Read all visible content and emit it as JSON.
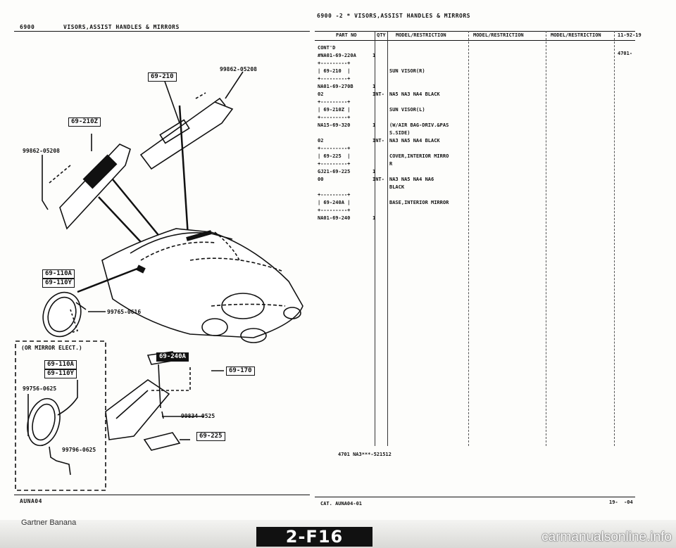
{
  "left_page": {
    "header_code": "6900",
    "header_title": "VISORS,ASSIST HANDLES & MIRRORS",
    "footer_code": "AUNA04",
    "callouts": {
      "c210": "69-210",
      "c210z": "69-210Z",
      "c110a": "69-110A",
      "c110y": "69-110Y",
      "c110a2": "69-110A",
      "c110y2": "69-110Y",
      "c240a": "69-240A",
      "c170": "69-170",
      "c225": "69-225"
    },
    "parts": {
      "p1": "99862-05208",
      "p2": "99862-05208",
      "p3": "99765-0616",
      "p4": "99756-0625",
      "p5": "99796-0625",
      "p6": "99834-0525"
    },
    "inset_title": "(OR MIRROR ELECT.)"
  },
  "right_page": {
    "header": "6900 -2 * VISORS,ASSIST HANDLES & MIRRORS",
    "columns": [
      "PART NO",
      "QTY",
      "MODEL/RESTRICTION",
      "MODEL/RESTRICTION",
      "MODEL/RESTRICTION",
      "11-92-19"
    ],
    "far_right_note": "4701-",
    "rows": [
      {
        "part": "CONT'D",
        "qty": "",
        "desc": ""
      },
      {
        "part": "#NA01-69-220A",
        "qty": "1",
        "desc": ""
      },
      {
        "part": "+---------+",
        "qty": "",
        "desc": ""
      },
      {
        "part": "| 69-210  |",
        "qty": "",
        "desc": "SUN VISOR(R)"
      },
      {
        "part": "+---------+",
        "qty": "",
        "desc": ""
      },
      {
        "part": "NA01-69-270B",
        "qty": "1",
        "desc": ""
      },
      {
        "part": "02",
        "qty": "INT-",
        "desc": "NA5 NA3 NA4 BLACK"
      },
      {
        "part": "+---------+",
        "qty": "",
        "desc": ""
      },
      {
        "part": "| 69-210Z |",
        "qty": "",
        "desc": "SUN VISOR(L)"
      },
      {
        "part": "+---------+",
        "qty": "",
        "desc": ""
      },
      {
        "part": "NA15-69-320",
        "qty": "1",
        "desc": "(W/AIR BAG-DRIV.&PAS"
      },
      {
        "part": "",
        "qty": "",
        "desc": "S.SIDE)"
      },
      {
        "part": "02",
        "qty": "INT-",
        "desc": "NA3 NA5 NA4 BLACK"
      },
      {
        "part": "+---------+",
        "qty": "",
        "desc": ""
      },
      {
        "part": "| 69-225  |",
        "qty": "",
        "desc": "COVER,INTERIOR MIRRO"
      },
      {
        "part": "+---------+",
        "qty": "",
        "desc": "R"
      },
      {
        "part": "GJ21-69-225",
        "qty": "1",
        "desc": ""
      },
      {
        "part": "00",
        "qty": "INT-",
        "desc": "NA3 NA5 NA4 NA6"
      },
      {
        "part": "",
        "qty": "",
        "desc": "BLACK"
      },
      {
        "part": "+---------+",
        "qty": "",
        "desc": ""
      },
      {
        "part": "| 69-240A |",
        "qty": "",
        "desc": "BASE,INTERIOR MIRROR"
      },
      {
        "part": "+---------+",
        "qty": "",
        "desc": ""
      },
      {
        "part": "NA01-69-240",
        "qty": "1",
        "desc": ""
      }
    ],
    "bottom_note": "4701 NA3***-521512",
    "footer_left": "CAT. AUNA04-01",
    "footer_right": "19-  -04"
  },
  "page_label": "2-F16",
  "credit": "Gartner Banana",
  "watermark": "carmanualsonline.info"
}
